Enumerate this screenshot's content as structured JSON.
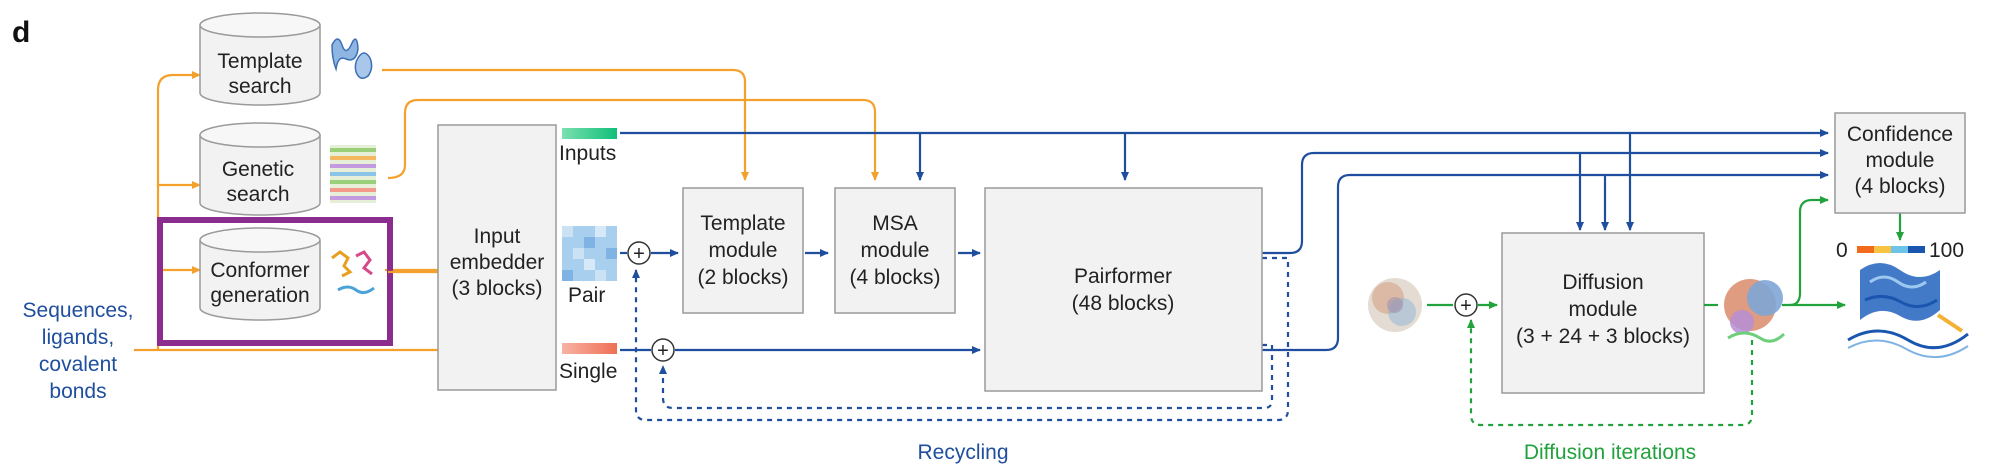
{
  "panel_letter": "d",
  "databases": {
    "template": [
      "Template",
      "search"
    ],
    "genetic": [
      "Genetic",
      "search"
    ],
    "conformer": [
      "Conformer",
      "generation"
    ]
  },
  "inputs_label": [
    "Sequences,",
    "ligands,",
    "covalent",
    "bonds"
  ],
  "input_embedder": [
    "Input",
    "embedder",
    "(3 blocks)"
  ],
  "representations": {
    "inputs": "Inputs",
    "pair": "Pair",
    "single": "Single"
  },
  "template_module": [
    "Template",
    "module",
    "(2 blocks)"
  ],
  "msa_module": [
    "MSA",
    "module",
    "(4 blocks)"
  ],
  "pairformer": [
    "Pairformer",
    "(48 blocks)"
  ],
  "diffusion_module": [
    "Diffusion",
    "module",
    "(3 + 24 + 3 blocks)"
  ],
  "confidence_module": [
    "Confidence",
    "module",
    "(4 blocks)"
  ],
  "colorbar": {
    "min": "0",
    "max": "100",
    "colors": [
      "#f26b1d",
      "#f6c342",
      "#6ec4e8",
      "#1a56b0"
    ]
  },
  "plus_symbol": "+",
  "recycling_label": "Recycling",
  "diffusion_iterations_label": "Diffusion iterations",
  "colors": {
    "blue": "#1f4e9e",
    "orange": "#f4a02c",
    "green": "#22a23c",
    "purple": "#8b2c8f"
  }
}
